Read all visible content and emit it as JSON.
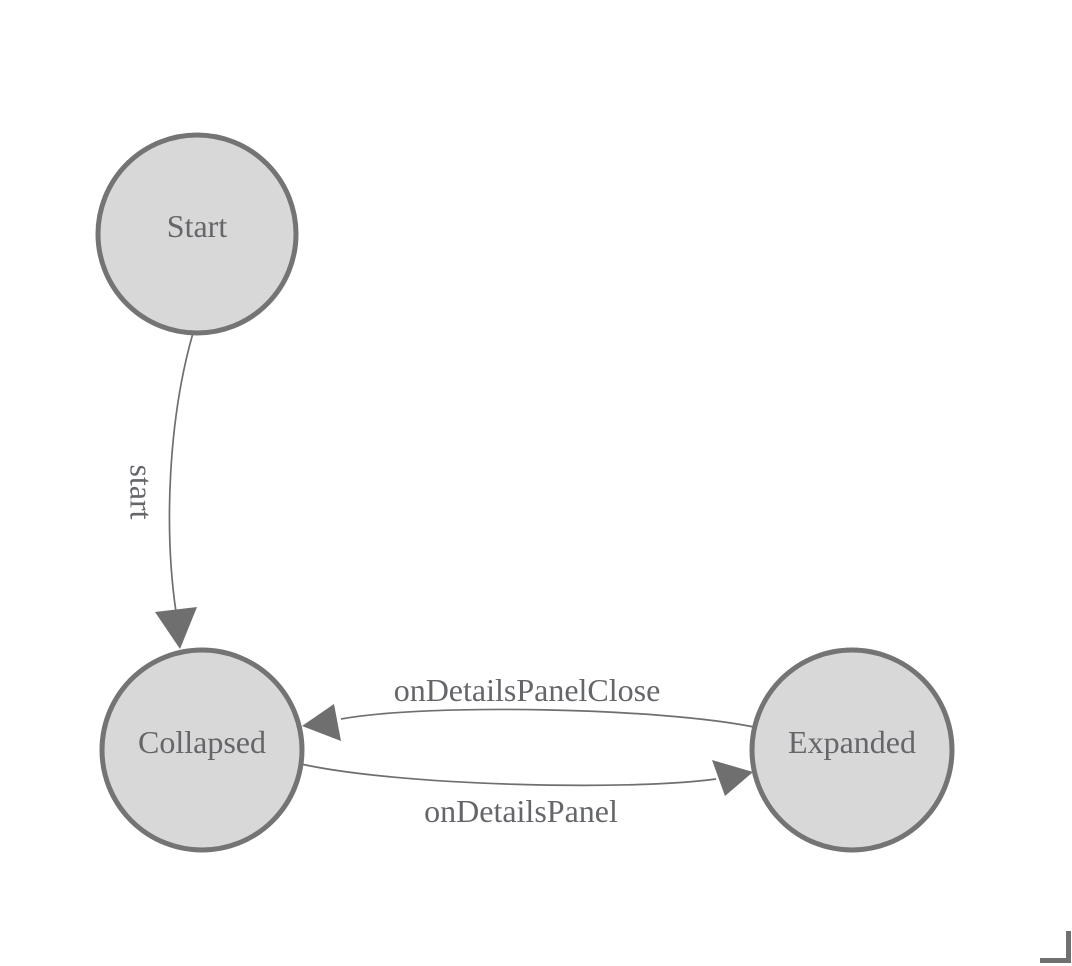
{
  "nodes": [
    {
      "id": "start-state",
      "label": "Start"
    },
    {
      "id": "collapsed-state",
      "label": "Collapsed"
    },
    {
      "id": "expanded-state",
      "label": "Expanded"
    }
  ],
  "edges": [
    {
      "from": "Start",
      "to": "Collapsed",
      "label": "start"
    },
    {
      "from": "Expanded",
      "to": "Collapsed",
      "label": "onDetailsPanelClose"
    },
    {
      "from": "Collapsed",
      "to": "Expanded",
      "label": "onDetailsPanel"
    }
  ],
  "colors": {
    "node-fill": "#d8d8d8",
    "node-border": "#747474",
    "edge-color": "#6f6f6f",
    "label-color": "#64666a",
    "corner-color": "#707070",
    "background": "#ffffff"
  }
}
